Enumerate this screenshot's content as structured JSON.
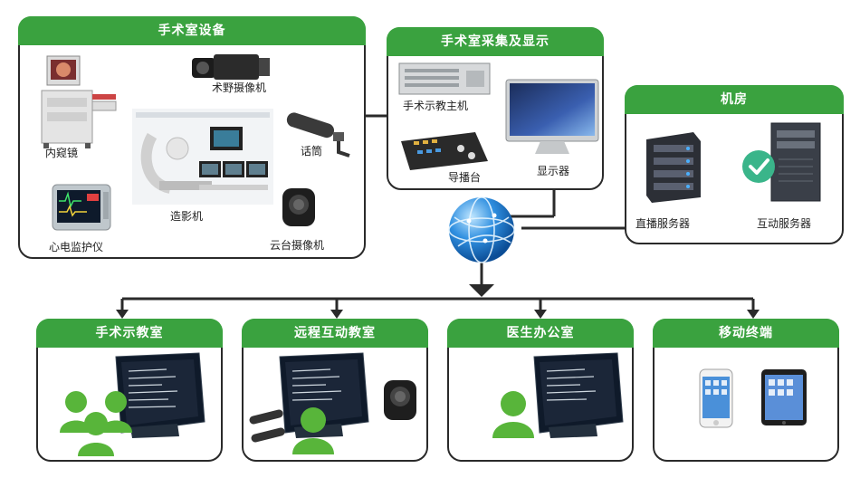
{
  "top_panels": {
    "equipment": {
      "title": "手术室设备",
      "items": {
        "endoscope": "内窥镜",
        "field_camera": "术野摄像机",
        "microphone": "话筒",
        "angiography": "造影机",
        "ptz_camera": "云台摄像机",
        "ecg_monitor": "心电监护仪"
      }
    },
    "capture": {
      "title": "手术室采集及显示",
      "items": {
        "demo_host": "手术示教主机",
        "switcher": "导播台",
        "display": "显示器"
      }
    },
    "server_room": {
      "title": "机房",
      "items": {
        "live_server": "直播服务器",
        "interactive_server": "互动服务器"
      }
    }
  },
  "bottom_panels": [
    {
      "title": "手术示教室"
    },
    {
      "title": "远程互动教室"
    },
    {
      "title": "医生办公室"
    },
    {
      "title": "移动终端"
    }
  ],
  "colors": {
    "header_green": "#3aa23f",
    "border": "#2a2a2a",
    "globe_blue": "#1e88d8"
  }
}
